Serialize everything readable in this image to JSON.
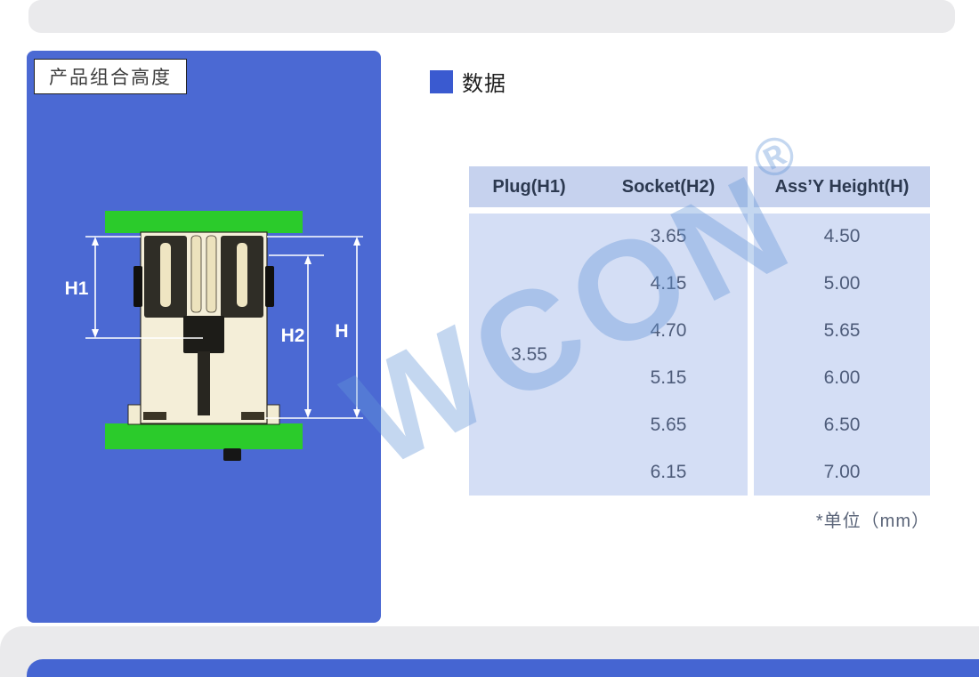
{
  "left_panel": {
    "title": "产品组合高度",
    "dimension_labels": {
      "h1": "H1",
      "h2": "H2",
      "h": "H"
    }
  },
  "right_panel": {
    "section_title": "数据",
    "unit_note": "*单位（mm）",
    "watermark": {
      "text": "WCON",
      "registered": "®"
    }
  },
  "table": {
    "headers": [
      "Plug(H1)",
      "Socket(H2)",
      "Ass’Y Height(H)"
    ],
    "plug_value": "3.55",
    "rows": [
      {
        "socket": "3.65",
        "assy": "4.50"
      },
      {
        "socket": "4.15",
        "assy": "5.00"
      },
      {
        "socket": "4.70",
        "assy": "5.65"
      },
      {
        "socket": "5.15",
        "assy": "6.00"
      },
      {
        "socket": "5.65",
        "assy": "6.50"
      },
      {
        "socket": "6.15",
        "assy": "7.00"
      }
    ]
  },
  "chart_data": {
    "type": "table",
    "title": "数据",
    "columns": [
      "Plug(H1)",
      "Socket(H2)",
      "Ass’Y Height(H)"
    ],
    "rows": [
      [
        "3.55",
        "3.65",
        "4.50"
      ],
      [
        "3.55",
        "4.15",
        "5.00"
      ],
      [
        "3.55",
        "4.70",
        "5.65"
      ],
      [
        "3.55",
        "5.15",
        "6.00"
      ],
      [
        "3.55",
        "5.65",
        "6.50"
      ],
      [
        "3.55",
        "6.15",
        "7.00"
      ]
    ],
    "unit": "mm"
  },
  "colors": {
    "panel_blue": "#4b69d3",
    "accent_blue": "#3a5ad0",
    "table_header_bg": "#c6d2ee",
    "table_body_bg": "#d4def5",
    "pcb_green": "#2bcb2b",
    "housing_cream": "#f4eed8",
    "bottom_bar_blue": "#4565d2"
  }
}
